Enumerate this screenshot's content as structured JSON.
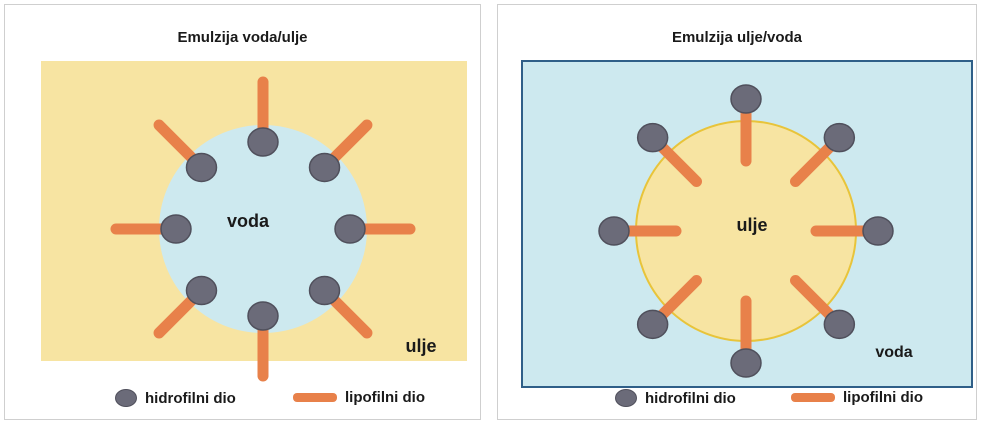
{
  "panels": [
    {
      "title": "Emulzija voda/ulje",
      "inner_label": "voda",
      "outer_label": "ulje",
      "inner_color": "#cde9ef",
      "outer_color": "#f7e4a2"
    },
    {
      "title": "Emulzija ulje/voda",
      "inner_label": "ulje",
      "outer_label": "voda",
      "inner_color": "#f7e4a2",
      "outer_color": "#cde9ef"
    }
  ],
  "legend": {
    "hydrophilic": "hidrofilni dio",
    "lipophilic": "lipofilni dio"
  },
  "colors": {
    "head": "#6b6b79",
    "tail": "#e8814a",
    "frame_blue": "#2f5f88",
    "ring_yellow": "#e8c43a"
  }
}
